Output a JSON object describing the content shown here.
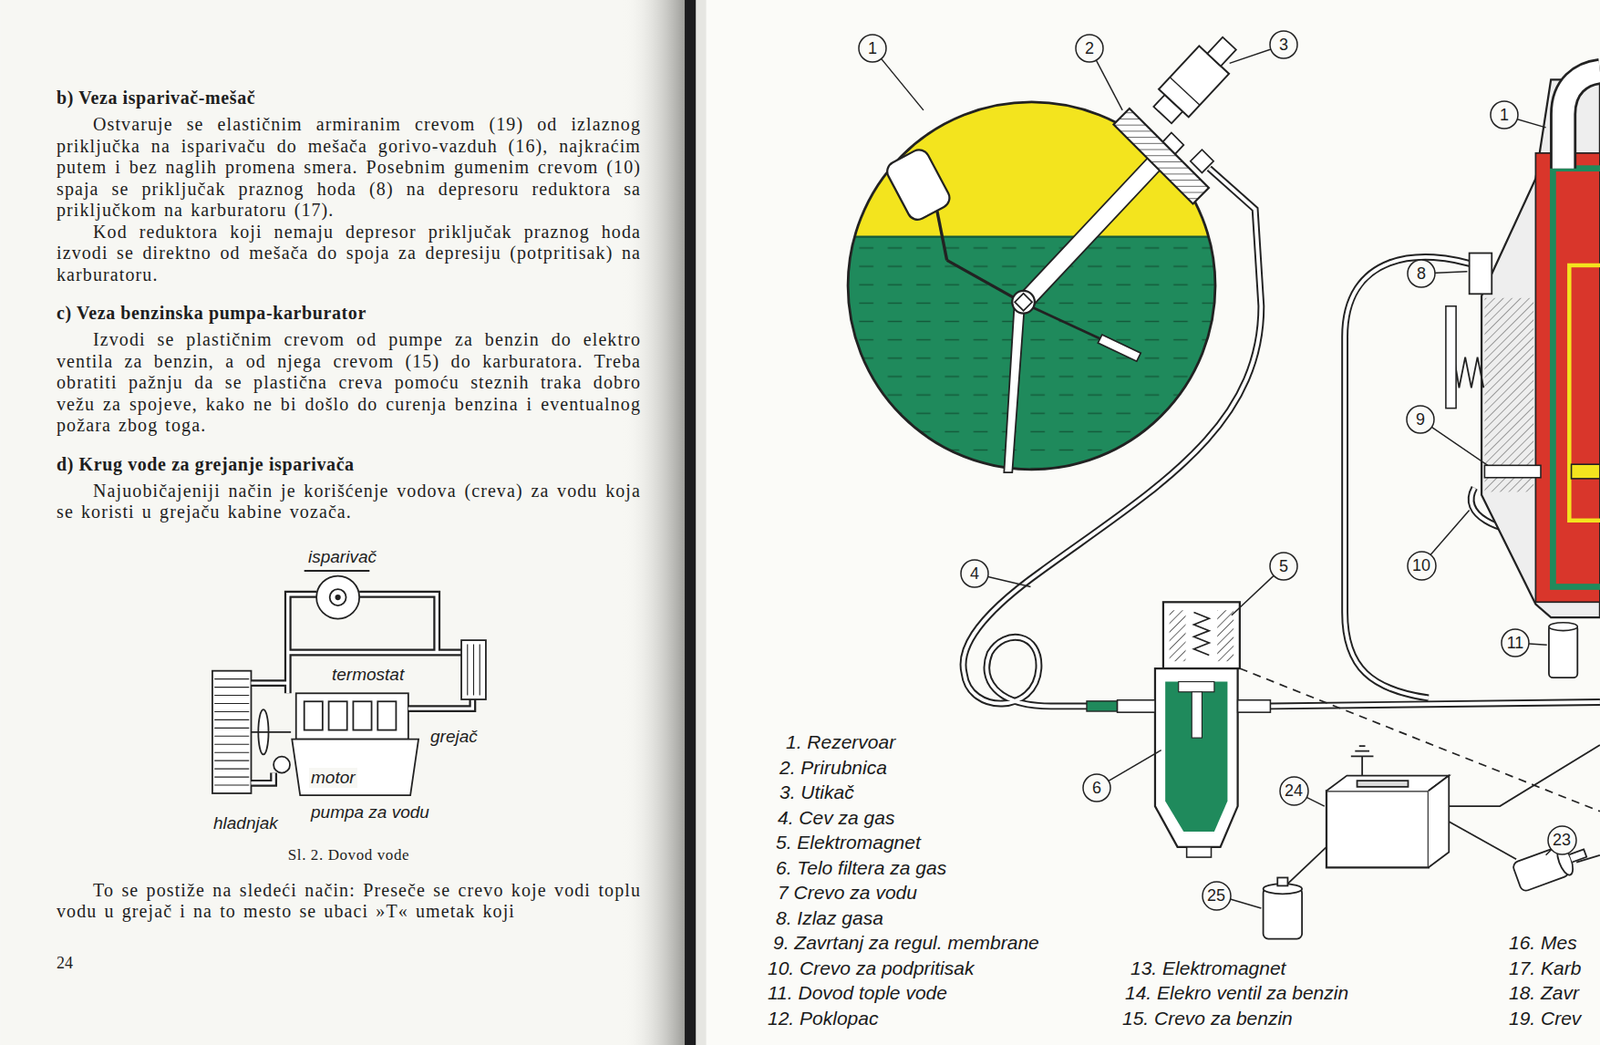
{
  "diagram": {
    "caption": "Sl. 2. Dovod vode",
    "nodes": [
      {
        "text": [
          "1"
        ]
      },
      {
        "text": [
          "2"
        ]
      },
      {
        "text": [
          "3"
        ]
      },
      {
        "text": [
          "1"
        ]
      },
      {
        "text": [
          "8"
        ]
      },
      {
        "text": [
          "9"
        ]
      },
      {
        "text": [
          "4"
        ]
      },
      {
        "text": [
          "5"
        ]
      },
      {
        "text": [
          "10"
        ]
      },
      {
        "text": [
          "11"
        ]
      },
      {
        "text": [
          "6"
        ]
      },
      {
        "text": [
          "24"
        ]
      },
      {
        "text": [
          "23"
        ]
      },
      {
        "text": [
          "25"
        ]
      }
    ],
    "labels": [
      "b) Veza isparivač-mešač",
      "Ostvaruje se elastičnim armiranim crevom (19) od izlaznog priključka na isparivaču do mešača gorivo-vazduh (16), najkraćim putem i bez naglih promena smera. Posebnim gumenim crevom (10) spaja se priključak praznog hoda (8) na depresoru reduktora sa priključkom na karburatoru (17).",
      "Kod reduktora koji nemaju depresor priključak praznog hoda izvodi se direktno od mešača do spoja za depresiju (potpritisak) na karburatoru.",
      "c) Veza benzinska pumpa-karburator",
      "Izvodi se plastičnim crevom od pumpe za benzin do elektro ventila za benzin, a od njega crevom (15) do karburatora. Treba obratiti pažnju da se plastična creva pomoću steznih traka dobro vežu za spojeve, kako ne bi došlo do curenja benzina i eventualnog požara zbog toga.",
      "d) Krug vode za grejanje isparivača",
      "Najuobičajeniji način je korišćenje vodova (creva) za vodu koja se koristi u grejaču kabine vozača.",
      "isparivač",
      "termostat",
      "grejač",
      "motor",
      "hladnjak",
      "pumpa za vodu",
      "To se postiže na sledeći način: Preseče se crevo koje vodi toplu vodu u grejač i na to mesto se ubaci »T« umetak koji",
      "24",
      "1. Rezervoar",
      "2. Prirubnica",
      "3. Utikač",
      "4. Cev za gas",
      "5. Elektromagnet",
      "6. Telo filtera za gas",
      "7 Crevo za vodu",
      "8. Izlaz gasa",
      "9. Zavrtanj za regul. membrane",
      "10. Crevo za podpritisak",
      "11. Dovod tople vode",
      "12. Poklopac",
      "13. Elektromagnet",
      "14. Elekro ventil za benzin",
      "15. Crevo za benzin",
      "16. Mes",
      "17. Karb",
      "18. Zavr",
      "19. Crev"
    ]
  }
}
